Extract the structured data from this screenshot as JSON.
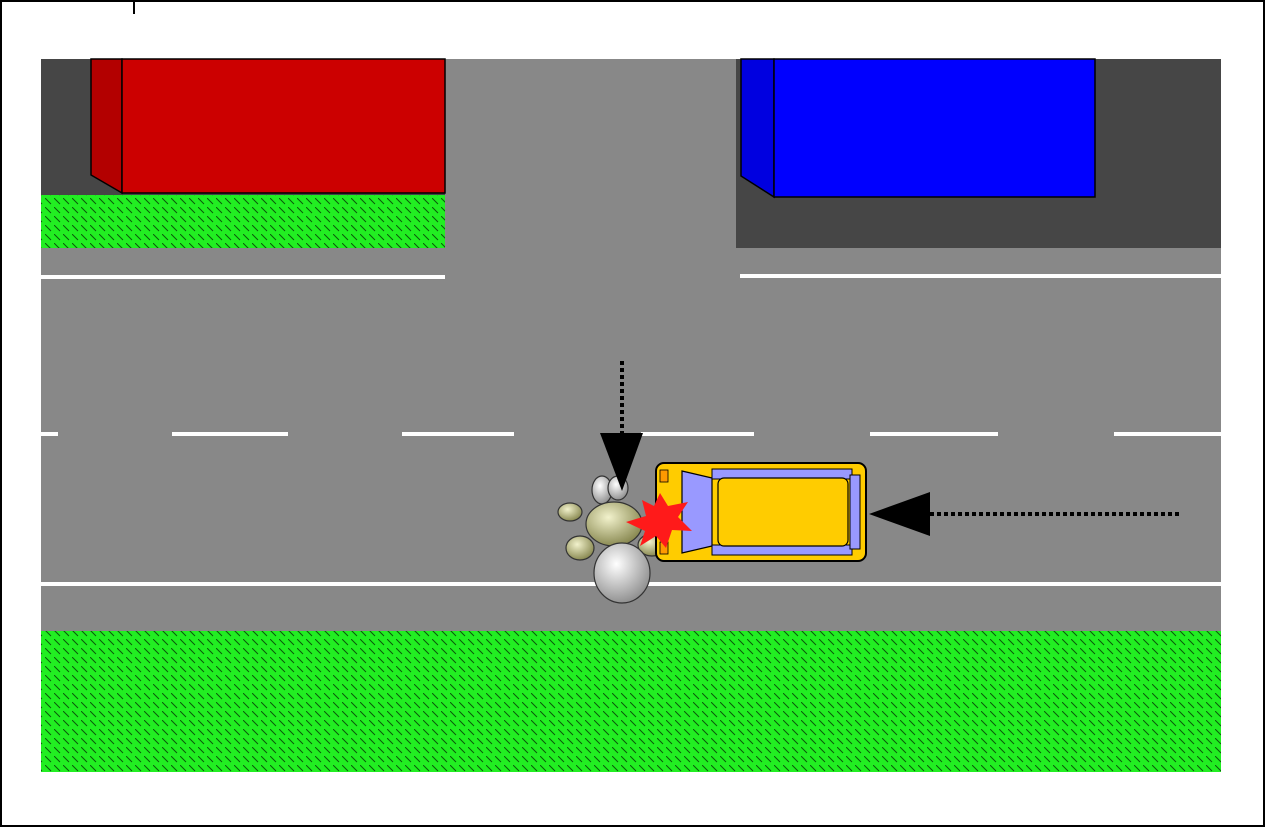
{
  "scene": {
    "type": "accident-sketch",
    "view": "top-down",
    "colors": {
      "page_background": "#ffffff",
      "road": "#888888",
      "lot": "#464646",
      "grass": "#22ee22",
      "grass_hatch": "#0a5a0a",
      "lane_marking": "#ffffff",
      "building_left": "#cc0000",
      "building_left_side": "#b30000",
      "building_right": "#0000ff",
      "building_right_side": "#0000e0",
      "car_body": "#ffcc00",
      "car_glass": "#9999ff",
      "pedestrian": "#d0d0d0",
      "pedestrian_arms": "#b0b070",
      "impact": "#ff1a1a",
      "arrow": "#000000"
    },
    "elements": [
      {
        "name": "building-left",
        "icon": "building-icon",
        "color": "red"
      },
      {
        "name": "building-right",
        "icon": "building-icon",
        "color": "blue"
      },
      {
        "name": "car",
        "icon": "car-icon",
        "color": "yellow",
        "heading": "west"
      },
      {
        "name": "pedestrian",
        "icon": "pedestrian-icon",
        "heading": "south"
      },
      {
        "name": "impact",
        "icon": "collision-star-icon",
        "color": "red"
      },
      {
        "name": "car-direction",
        "icon": "dotted-arrow-icon",
        "direction": "left"
      },
      {
        "name": "pedestrian-direction",
        "icon": "dotted-arrow-icon",
        "direction": "down"
      }
    ]
  }
}
